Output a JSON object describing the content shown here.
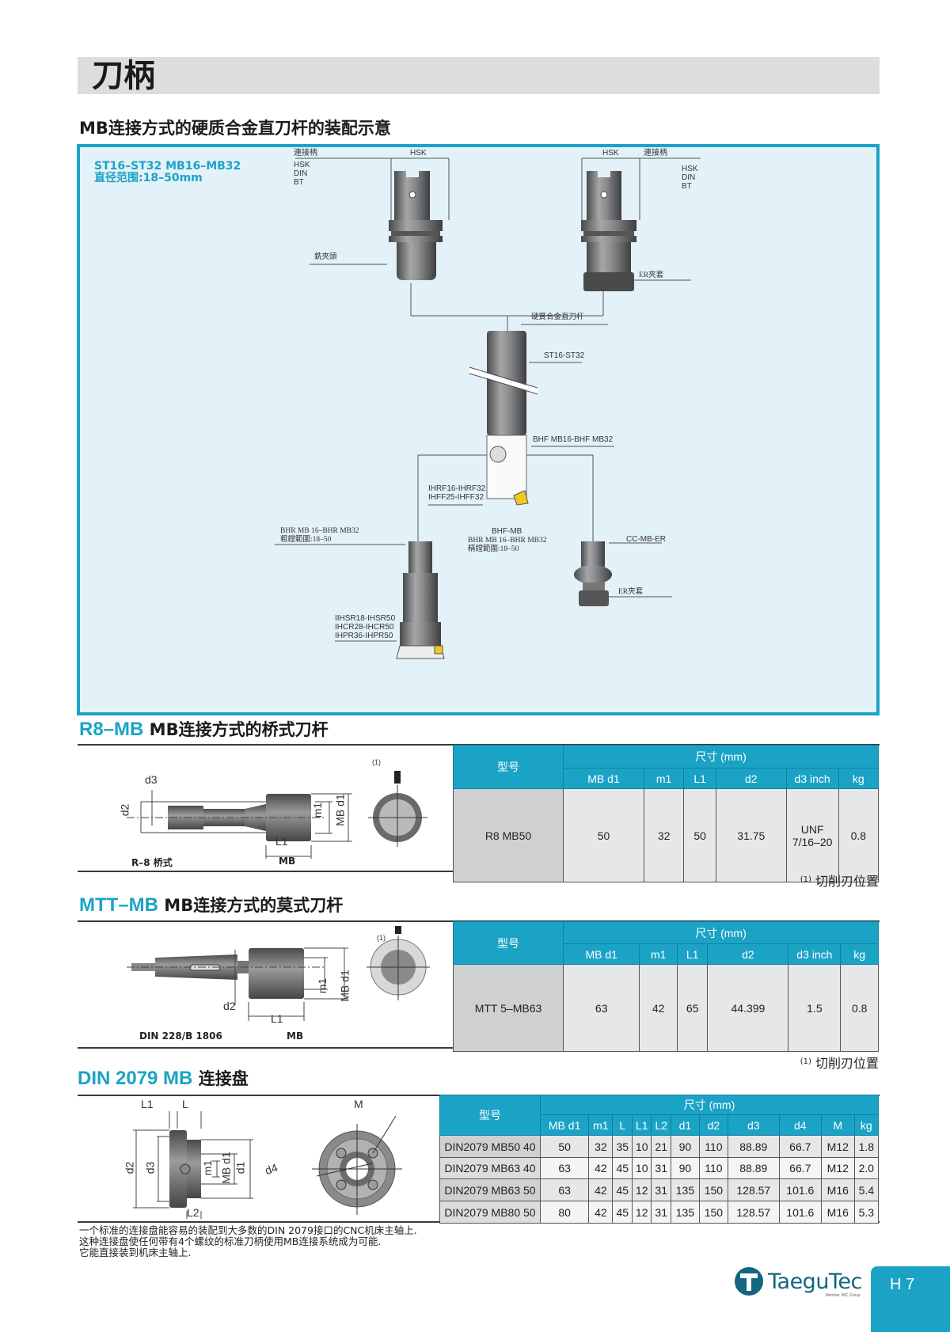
{
  "header": {
    "title": "刀柄"
  },
  "assembly": {
    "title": "MB连接方式的硬质合金直刀杆的装配示意",
    "intro_line1": "ST16–ST32  MB16–MB32",
    "intro_line2": "直径范围:18–50mm",
    "labels": {
      "shank_left": "連接柄",
      "hsk_left": "HSK",
      "shank_types_left": [
        "HSK",
        "DIN",
        "BT"
      ],
      "milling_chuck": "銑夾頭",
      "hsk_right": "HSK",
      "shank_right": "連接柄",
      "shank_types_right": [
        "HSK",
        "DIN",
        "BT"
      ],
      "er_collet_top": "ER夾套",
      "carbide_bar": "硬質合金直刀杆",
      "st_range": "ST16-ST32",
      "bhf_range": "BHF MB16-BHF MB32",
      "insert_line1": "IHRF16-IHRF32",
      "insert_line2": "IHFF25-IHFF32",
      "bhf_mb": "BHF-MB",
      "bhr_fine_line1": "BHR MB 16–BHR MB32",
      "bhr_fine_line2": "精鏜範圍:18–50",
      "bhr_rough_line1": "BHR MB 16–BHR MB32",
      "bhr_rough_line2": "粗鏜範圍:18–50",
      "cc_mb_er": "CC-MB-ER",
      "er_collet_bottom": "ER夾套",
      "rough_insert_line1": "IIHSR18-IHSR50",
      "rough_insert_line2": "IHCR28-IHCR50",
      "rough_insert_line3": "IHPR36-IHPR50"
    }
  },
  "r8": {
    "code": "R8–MB",
    "title": "MB连接方式的桥式刀杆",
    "caption_left": "R–8 桥式",
    "caption_right": "MB",
    "dims": {
      "d3": "d3",
      "d2": "d2",
      "m1": "m1",
      "mbd1": "MB d1",
      "l1": "L1",
      "note": "(1)"
    },
    "table": {
      "model_header": "型号",
      "group_header": "尺寸 (mm)",
      "columns": [
        "MB d1",
        "m1",
        "L1",
        "d2",
        "d3 inch",
        "kg"
      ],
      "rows": [
        {
          "model": "R8 MB50",
          "values": [
            "50",
            "32",
            "50",
            "31.75",
            "UNF 7/16–20",
            "0.8"
          ]
        }
      ]
    },
    "footnote_mark": "(1)",
    "footnote": "切削刃位置"
  },
  "mtt": {
    "code": "MTT–MB",
    "title": "MB连接方式的莫式刀杆",
    "caption_left": "DIN 228/B 1806",
    "caption_right": "MB",
    "dims": {
      "d2": "d2",
      "m1": "m1",
      "mbd1": "MB d1",
      "l1": "L1",
      "note": "(1)"
    },
    "table": {
      "model_header": "型号",
      "group_header": "尺寸 (mm)",
      "columns": [
        "MB d1",
        "m1",
        "L1",
        "d2",
        "d3 inch",
        "kg"
      ],
      "rows": [
        {
          "model": "MTT 5–MB63",
          "values": [
            "63",
            "42",
            "65",
            "44.399",
            "1.5",
            "0.8"
          ]
        }
      ]
    },
    "footnote_mark": "(1)",
    "footnote": "切削刃位置"
  },
  "din": {
    "code": "DIN 2079 MB",
    "title": "连接盘",
    "dims": {
      "l1": "L1",
      "l": "L",
      "l2": "L2",
      "d2": "d2",
      "d3": "d3",
      "m1": "m1",
      "mbd1": "MB d1",
      "d1": "d1",
      "d4": "d4",
      "m": "M"
    },
    "table": {
      "model_header": "型号",
      "group_header": "尺寸 (mm)",
      "columns": [
        "MB d1",
        "m1",
        "L",
        "L1",
        "L2",
        "d1",
        "d2",
        "d3",
        "d4",
        "M",
        "kg"
      ],
      "rows": [
        {
          "model": "DIN2079 MB50 40",
          "values": [
            "50",
            "32",
            "35",
            "10",
            "21",
            "90",
            "110",
            "88.89",
            "66.7",
            "M12",
            "1.8"
          ]
        },
        {
          "model": "DIN2079 MB63 40",
          "values": [
            "63",
            "42",
            "45",
            "10",
            "31",
            "90",
            "110",
            "88.89",
            "66.7",
            "M12",
            "2.0"
          ]
        },
        {
          "model": "DIN2079 MB63 50",
          "values": [
            "63",
            "42",
            "45",
            "12",
            "31",
            "135",
            "150",
            "128.57",
            "101.6",
            "M16",
            "5.4"
          ]
        },
        {
          "model": "DIN2079 MB80 50",
          "values": [
            "80",
            "42",
            "45",
            "12",
            "31",
            "135",
            "150",
            "128.57",
            "101.6",
            "M16",
            "5.3"
          ]
        }
      ]
    },
    "description": [
      "一个标准的连接盘能容易的装配到大多数的DIN 2079接口的CNC机床主轴上.",
      "这种连接盘使任何带有4个螺纹的标准刀柄使用MB连接系统成为可能.",
      "它能直接装到机床主轴上."
    ]
  },
  "footer": {
    "brand": "TaeguTec",
    "brand_sub": "Member IMC Group",
    "page": "H 7"
  },
  "colors": {
    "accent": "#1ba3c6",
    "header_bg": "#dcdddf",
    "diagram_bg": "#e3f1f8",
    "brand": "#13667e"
  }
}
